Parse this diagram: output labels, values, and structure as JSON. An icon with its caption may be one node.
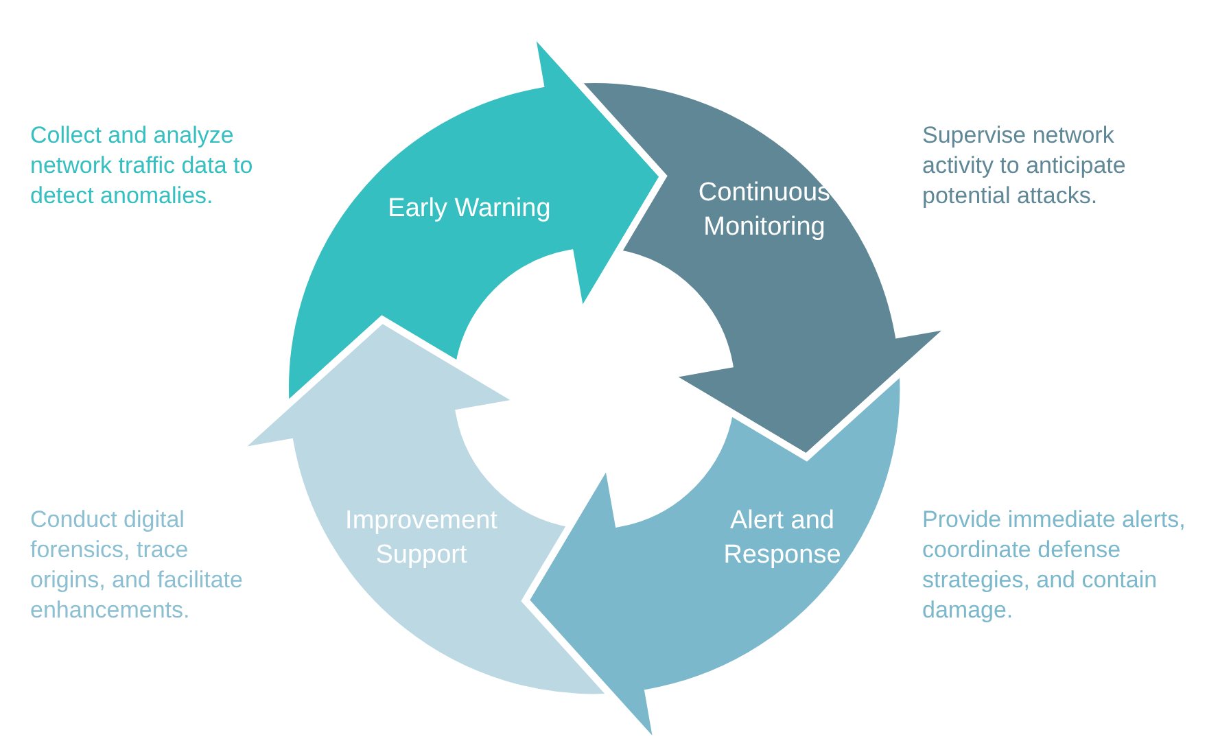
{
  "diagram": {
    "nodes": [
      {
        "text": [
          "Early Warning"
        ],
        "beside": [
          "Collect and analyze network traffic data to detect anomalies."
        ]
      },
      {
        "text": [
          "Continuous Monitoring"
        ],
        "beside": [
          "Supervise network activity to anticipate potential attacks."
        ]
      },
      {
        "text": [
          "Alert and Response"
        ],
        "beside": [
          "Provide immediate alerts, coordinate defense strategies, and contain damage."
        ]
      },
      {
        "text": [
          "Improvement Support"
        ],
        "beside": [
          "Conduct digital forensics, trace origins, and facilitate enhancements."
        ]
      }
    ]
  }
}
